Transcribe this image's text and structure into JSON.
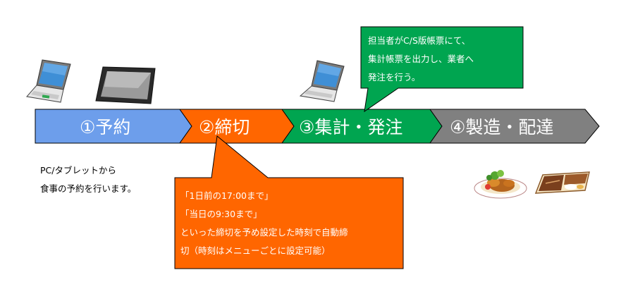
{
  "steps": [
    {
      "label": "①予約",
      "color": "#6d9eeb"
    },
    {
      "label": "②締切",
      "color": "#ff6600"
    },
    {
      "label": "③集計・発注",
      "color": "#00a550"
    },
    {
      "label": "④製造・配達",
      "color": "#808080"
    }
  ],
  "reservation_note": {
    "line1": "PC/タブレットから",
    "line2": "食事の予約を行います。"
  },
  "deadline_callout": {
    "line1": "「1日前の17:00まで」",
    "line2": "「当日の9:30まで」",
    "line3": "といった締切を予め設定した時刻で自動締",
    "line4": "切（時刻はメニューごとに設定可能）"
  },
  "order_callout": {
    "line1": "担当者がC/S版帳票にて、",
    "line2": "集計帳票を出力し、業者へ",
    "line3": "発注を行う。"
  },
  "icons": [
    "laptop-icon",
    "tablet-icon",
    "laptop-icon",
    "meal-plate-icon",
    "bento-box-icon"
  ],
  "colors": {
    "reserve": "#6d9eeb",
    "deadline": "#ff6600",
    "order": "#00a550",
    "delivery": "#808080",
    "outline": "#000000"
  }
}
